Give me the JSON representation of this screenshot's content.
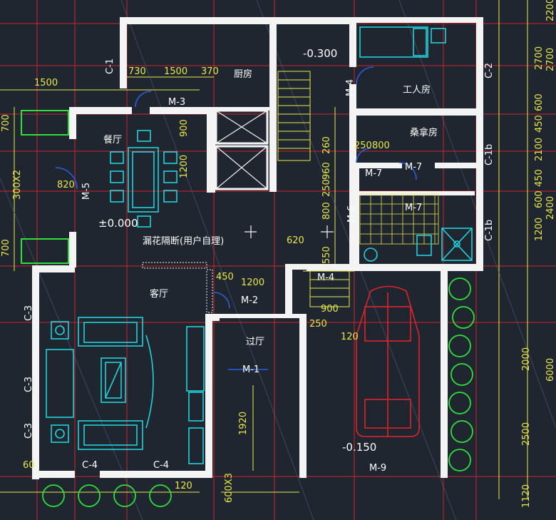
{
  "rooms": {
    "kitchen": "厨房",
    "worker_room": "工人房",
    "sauna": "桑拿房",
    "dining": "餐厅",
    "living": "客厅",
    "hall": "过厅",
    "partition": "漏花隔断(用户自理)"
  },
  "levels": {
    "upper": "-0.300",
    "ground": "±0.000",
    "garage": "-0.150"
  },
  "doors": [
    "M-1",
    "M-2",
    "M-3",
    "M-4",
    "M-4",
    "M-5",
    "M-6",
    "M-7",
    "M-7",
    "M-7",
    "M-9"
  ],
  "windows": [
    "C-1",
    "C-2",
    "C-3",
    "C-3",
    "C-3",
    "C-4",
    "C-4",
    "C-1b",
    "C-1b"
  ],
  "dims_top": [
    "1500",
    "730",
    "1500",
    "370"
  ],
  "dims_inner": [
    "900",
    "1200",
    "820",
    "300X2",
    "620",
    "550",
    "800",
    "250",
    "960",
    "260",
    "250",
    "800",
    "120",
    "1200",
    "900",
    "250",
    "1920",
    "600X3",
    "120",
    "60",
    "450"
  ],
  "dims_right": [
    "2700",
    "600",
    "450",
    "2100",
    "450",
    "600",
    "1200",
    "2400",
    "2000",
    "6000",
    "2500",
    "1120"
  ],
  "dims_left": [
    "700",
    "700"
  ],
  "dims_right_col": [
    "2200",
    "2700"
  ]
}
